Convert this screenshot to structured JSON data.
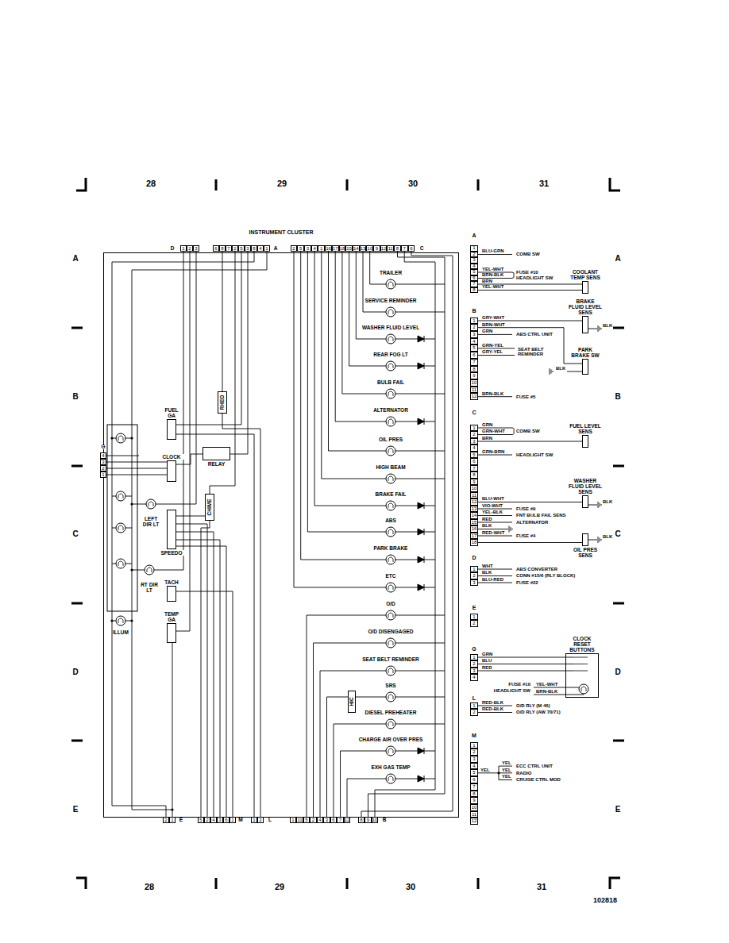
{
  "diagram": {
    "nodes": [
      {
        "text": [
          "INSTRUMENT CLUSTER"
        ]
      },
      {
        "text": [
          "FUEL GA"
        ],
        "in": 0
      },
      {
        "text": [
          "CLOCK"
        ],
        "in": 0
      },
      {
        "text": [
          "RELAY"
        ],
        "in": 0
      },
      {
        "text": [
          "RHEO"
        ],
        "in": 0
      },
      {
        "text": [
          "CHIME"
        ],
        "in": 0
      },
      {
        "text": [
          "SPEEDO"
        ],
        "in": 0
      },
      {
        "text": [
          "TACH"
        ],
        "in": 0
      },
      {
        "text": [
          "TEMP GA"
        ],
        "in": 0
      },
      {
        "text": [
          "HIC"
        ],
        "in": 0
      },
      {
        "text": [
          "COOLANT TEMP SENS"
        ]
      },
      {
        "text": [
          "BRAKE FLUID LEVEL SENS"
        ]
      },
      {
        "text": [
          "PARK BRAKE SW"
        ]
      },
      {
        "text": [
          "FUEL LEVEL SENS"
        ]
      },
      {
        "text": [
          "WASHER FLUID LEVEL SENS"
        ]
      },
      {
        "text": [
          "OIL PRES SENS"
        ]
      },
      {
        "text": [
          "CLOCK RESET BUTTONS"
        ]
      }
    ],
    "labels": [
      "28",
      "29",
      "30",
      "31",
      "28",
      "29",
      "30",
      "31",
      "A",
      "B",
      "C",
      "D",
      "E",
      "A",
      "B",
      "C",
      "D",
      "E",
      "102818",
      "D",
      "1",
      "2",
      "3",
      "6",
      "8",
      "7",
      "2",
      "5",
      "3",
      "8",
      "4",
      "1",
      "A",
      "2",
      "5",
      "3",
      "4",
      "1",
      "16",
      "17",
      "18",
      "15",
      "14",
      "13",
      "10",
      "9",
      "12",
      "11",
      "8",
      "7",
      "6",
      "C",
      "2",
      "1",
      "E",
      "5",
      "2",
      "4",
      "3",
      "6",
      "1",
      "M",
      "1",
      "2",
      "L",
      "1",
      "11",
      "5",
      "2",
      "4",
      "3",
      "6",
      "7",
      "12",
      "8",
      "9",
      "10",
      "B",
      "G",
      "4",
      "3",
      "2",
      "1",
      "TRAILER",
      "SERVICE REMINDER",
      "WASHER FLUID LEVEL",
      "REAR FOG LT",
      "BULB FAIL",
      "ALTERNATOR",
      "OIL PRES",
      "HIGH BEAM",
      "BRAKE FAIL",
      "ABS",
      "PARK BRAKE",
      "ETC",
      "O/D",
      "O/D DISENGAGED",
      "SEAT BELT REMINDER",
      "SRS",
      "DIESEL PREHEATER",
      "CHARGE AIR OVER PRES",
      "EXH GAS TEMP",
      "LEFT DIR LT",
      "RT DIR LT",
      "ILLUM",
      "A",
      "1",
      "2",
      "3",
      "4",
      "5",
      "6",
      "7",
      "8",
      "BLU-GRN",
      "COMB SW",
      "YEL-WHT",
      "BRN-BLK",
      "FUSE #10",
      "HEADLIGHT SW",
      "BRN",
      "YEL-WHT",
      "B",
      "1",
      "2",
      "3",
      "4",
      "5",
      "6",
      "7",
      "8",
      "9",
      "10",
      "11",
      "12",
      "GRY-WHT",
      "BRN-WHT",
      "GRN",
      "ABS CTRL UNIT",
      "GRN-YEL",
      "GRY-YEL",
      "SEAT BELT REMINDER",
      "BLK",
      "BLK",
      "BRN-BLK",
      "FUSE #5",
      "C",
      "1",
      "2",
      "3",
      "4",
      "5",
      "6",
      "7",
      "8",
      "9",
      "10",
      "11",
      "12",
      "13",
      "14",
      "15",
      "16",
      "17",
      "18",
      "GRN",
      "GRN-WHT",
      "COMB SW",
      "BRN",
      "GRN-BRN",
      "HEADLIGHT SW",
      "BLU-WHT",
      "VIO-WHT",
      "FUSE #9",
      "YEL-BLK",
      "FNT BULB FAIL SENS",
      "RED",
      "ALTERNATOR",
      "BLK",
      "RED-WHT",
      "FUSE #4",
      "BLK",
      "BLK",
      "D",
      "1",
      "2",
      "3",
      "WHT",
      "BLK",
      "BLU-RED",
      "ABS CONVERTER",
      "CONN #15/6 (RLY BLOCK)",
      "FUSE #22",
      "E",
      "1",
      "2",
      "G",
      "1",
      "2",
      "3",
      "4",
      "GRN",
      "BLU",
      "RED",
      "FUSE #10",
      "HEADLIGHT SW",
      "YEL-WHT",
      "BRN-BLK",
      "L",
      "1",
      "2",
      "RED-BLK",
      "RED-BLK",
      "O/D RLY (M 46)",
      "O/D RLY (AW 70/71)",
      "M",
      "1",
      "2",
      "3",
      "4",
      "5",
      "6",
      "7",
      "8",
      "9",
      "10",
      "11",
      "12",
      "YEL",
      "YEL",
      "YEL",
      "YEL",
      "ECC CTRL UNIT",
      "RADIO",
      "CRUISE CTRL MOD"
    ]
  }
}
